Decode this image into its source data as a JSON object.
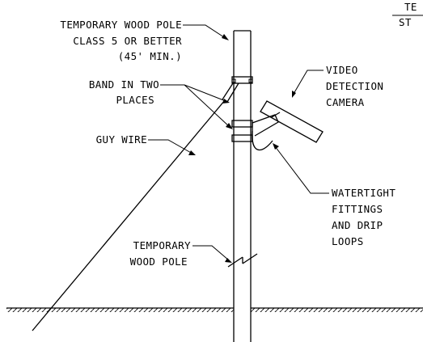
{
  "diagram": {
    "labels": {
      "pole_top_1": "TEMPORARY WOOD POLE",
      "pole_top_2": "CLASS 5 OR BETTER",
      "pole_top_3": "(45' MIN.)",
      "band_1": "BAND IN TWO",
      "band_2": "PLACES",
      "guy_wire": "GUY WIRE",
      "camera_1": "VIDEO",
      "camera_2": "DETECTION",
      "camera_3": "CAMERA",
      "fittings_1": "WATERTIGHT",
      "fittings_2": "FITTINGS",
      "fittings_3": "AND DRIP",
      "fittings_4": "LOOPS",
      "pole_mid_1": "TEMPORARY",
      "pole_mid_2": "WOOD POLE",
      "corner_1": "TE",
      "corner_2": "ST"
    },
    "colors": {
      "line": "#000000",
      "background": "#ffffff"
    }
  }
}
